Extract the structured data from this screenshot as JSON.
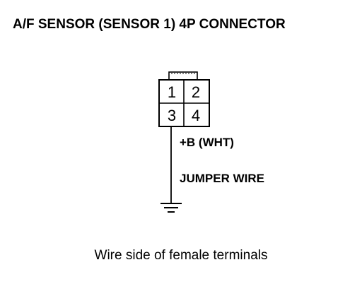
{
  "title": "A/F SENSOR (SENSOR 1) 4P CONNECTOR",
  "connector": {
    "pins": [
      "1",
      "2",
      "3",
      "4"
    ]
  },
  "wire": {
    "label": "+B (WHT)",
    "jumper_label": "JUMPER WIRE"
  },
  "caption": "Wire side of female terminals",
  "colors": {
    "ink": "#000000",
    "background": "#ffffff"
  }
}
